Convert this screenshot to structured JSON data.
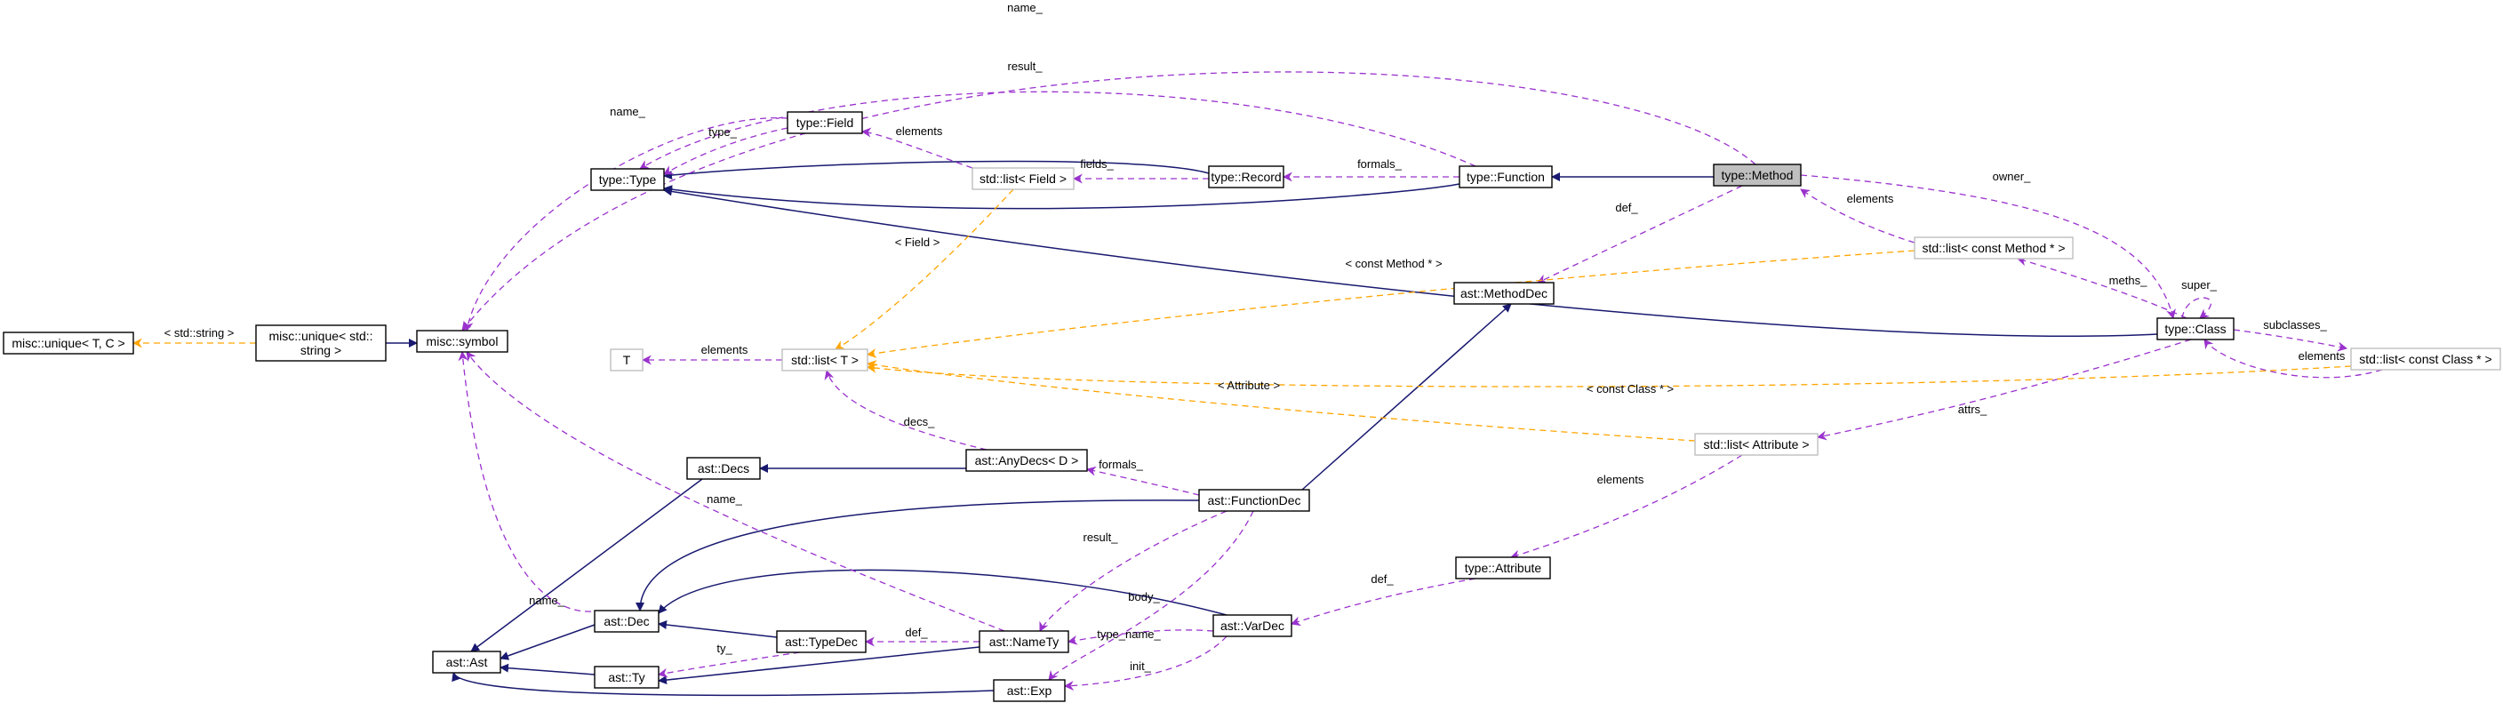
{
  "diagram": {
    "nodes": [
      {
        "id": "method",
        "lines": [
          "type::Method"
        ],
        "style": "focus"
      },
      {
        "id": "function",
        "lines": [
          "type::Function"
        ],
        "style": "normal"
      },
      {
        "id": "record",
        "lines": [
          "type::Record"
        ],
        "style": "normal"
      },
      {
        "id": "type",
        "lines": [
          "type::Type"
        ],
        "style": "normal"
      },
      {
        "id": "field",
        "lines": [
          "type::Field"
        ],
        "style": "normal"
      },
      {
        "id": "listField",
        "lines": [
          "std::list< Field >"
        ],
        "style": "template"
      },
      {
        "id": "listT",
        "lines": [
          "std::list< T >"
        ],
        "style": "template"
      },
      {
        "id": "T",
        "lines": [
          "T"
        ],
        "style": "template"
      },
      {
        "id": "symbol",
        "lines": [
          "misc::symbol"
        ],
        "style": "normal"
      },
      {
        "id": "uniqueStr",
        "lines": [
          "misc::unique< std::",
          "string >"
        ],
        "style": "normal"
      },
      {
        "id": "uniqueTC",
        "lines": [
          "misc::unique< T, C >"
        ],
        "style": "normal"
      },
      {
        "id": "methodDec",
        "lines": [
          "ast::MethodDec"
        ],
        "style": "normal"
      },
      {
        "id": "listConstMethod",
        "lines": [
          "std::list< const Method * >"
        ],
        "style": "template"
      },
      {
        "id": "class",
        "lines": [
          "type::Class"
        ],
        "style": "normal"
      },
      {
        "id": "listConstClass",
        "lines": [
          "std::list< const Class * >"
        ],
        "style": "template"
      },
      {
        "id": "listAttribute",
        "lines": [
          "std::list< Attribute >"
        ],
        "style": "template"
      },
      {
        "id": "attribute",
        "lines": [
          "type::Attribute"
        ],
        "style": "normal"
      },
      {
        "id": "anyDecs",
        "lines": [
          "ast::AnyDecs< D >"
        ],
        "style": "normal"
      },
      {
        "id": "decs",
        "lines": [
          "ast::Decs"
        ],
        "style": "normal"
      },
      {
        "id": "functionDec",
        "lines": [
          "ast::FunctionDec"
        ],
        "style": "normal"
      },
      {
        "id": "dec",
        "lines": [
          "ast::Dec"
        ],
        "style": "normal"
      },
      {
        "id": "ast",
        "lines": [
          "ast::Ast"
        ],
        "style": "normal"
      },
      {
        "id": "ty",
        "lines": [
          "ast::Ty"
        ],
        "style": "normal"
      },
      {
        "id": "typeDec",
        "lines": [
          "ast::TypeDec"
        ],
        "style": "normal"
      },
      {
        "id": "nameTy",
        "lines": [
          "ast::NameTy"
        ],
        "style": "normal"
      },
      {
        "id": "varDec",
        "lines": [
          "ast::VarDec"
        ],
        "style": "normal"
      },
      {
        "id": "exp",
        "lines": [
          "ast::Exp"
        ],
        "style": "normal"
      }
    ],
    "edges": [
      {
        "id": "method-function",
        "kind": "inherit",
        "from": "method",
        "to": "function"
      },
      {
        "id": "function-type",
        "kind": "inherit",
        "from": "function",
        "to": "type"
      },
      {
        "id": "record-type",
        "kind": "inherit",
        "from": "record",
        "to": "type"
      },
      {
        "id": "class-type",
        "kind": "inherit",
        "from": "class",
        "to": "type"
      },
      {
        "id": "uniqueStr-symbol",
        "kind": "inherit",
        "from": "uniqueStr",
        "to": "symbol"
      },
      {
        "id": "functionDec-methodDec",
        "kind": "inherit",
        "from": "functionDec",
        "to": "methodDec"
      },
      {
        "id": "anyDecs-decs",
        "kind": "inherit",
        "from": "anyDecs",
        "to": "decs"
      },
      {
        "id": "decs-ast",
        "kind": "inherit",
        "from": "decs",
        "to": "ast"
      },
      {
        "id": "functionDec-dec",
        "kind": "inherit",
        "from": "functionDec",
        "to": "dec"
      },
      {
        "id": "varDec-dec",
        "kind": "inherit",
        "from": "varDec",
        "to": "dec"
      },
      {
        "id": "typeDec-dec",
        "kind": "inherit",
        "from": "typeDec",
        "to": "dec"
      },
      {
        "id": "dec-ast",
        "kind": "inherit",
        "from": "dec",
        "to": "ast"
      },
      {
        "id": "ty-ast",
        "kind": "inherit",
        "from": "ty",
        "to": "ast"
      },
      {
        "id": "nameTy-ty",
        "kind": "inherit",
        "from": "nameTy",
        "to": "ty"
      },
      {
        "id": "exp-ast",
        "kind": "inherit",
        "from": "exp",
        "to": "ast"
      },
      {
        "id": "method-name",
        "kind": "use",
        "from": "method",
        "to": "symbol",
        "label": "name_"
      },
      {
        "id": "function-result",
        "kind": "use",
        "from": "function",
        "to": "type",
        "label": "result_"
      },
      {
        "id": "field-name",
        "kind": "use",
        "from": "field",
        "to": "symbol",
        "label": "name_"
      },
      {
        "id": "field-type",
        "kind": "use",
        "from": "field",
        "to": "type",
        "label": "type_"
      },
      {
        "id": "listField-elements",
        "kind": "use",
        "from": "listField",
        "to": "field",
        "label": "elements"
      },
      {
        "id": "record-fields",
        "kind": "use",
        "from": "record",
        "to": "listField",
        "label": "fields_"
      },
      {
        "id": "function-formals",
        "kind": "use",
        "from": "function",
        "to": "record",
        "label": "formals_"
      },
      {
        "id": "method-def",
        "kind": "use",
        "from": "method",
        "to": "methodDec",
        "label": "def_"
      },
      {
        "id": "method-owner",
        "kind": "use",
        "from": "method",
        "to": "class",
        "label": "owner_"
      },
      {
        "id": "listConstMethod-elements",
        "kind": "use",
        "from": "listConstMethod",
        "to": "method",
        "label": "elements"
      },
      {
        "id": "class-meths",
        "kind": "use",
        "from": "class",
        "to": "listConstMethod",
        "label": "meths_"
      },
      {
        "id": "class-super",
        "kind": "use",
        "from": "class",
        "to": "class",
        "label": "super_"
      },
      {
        "id": "class-subclasses",
        "kind": "use",
        "from": "class",
        "to": "listConstClass",
        "label": "subclasses_"
      },
      {
        "id": "listConstClass-elements",
        "kind": "use",
        "from": "listConstClass",
        "to": "class",
        "label": "elements"
      },
      {
        "id": "class-attrs",
        "kind": "use",
        "from": "class",
        "to": "listAttribute",
        "label": "attrs_"
      },
      {
        "id": "listAttribute-elements",
        "kind": "use",
        "from": "listAttribute",
        "to": "attribute",
        "label": "elements"
      },
      {
        "id": "attribute-def",
        "kind": "use",
        "from": "attribute",
        "to": "varDec",
        "label": "def_"
      },
      {
        "id": "listT-elements",
        "kind": "use",
        "from": "listT",
        "to": "T",
        "label": "elements"
      },
      {
        "id": "anyDecs-decs-use",
        "kind": "use",
        "from": "anyDecs",
        "to": "listT",
        "label": "decs_"
      },
      {
        "id": "functionDec-formals",
        "kind": "use",
        "from": "functionDec",
        "to": "anyDecs",
        "label": "formals_"
      },
      {
        "id": "functionDec-result",
        "kind": "use",
        "from": "functionDec",
        "to": "nameTy",
        "label": "result_"
      },
      {
        "id": "functionDec-body",
        "kind": "use",
        "from": "functionDec",
        "to": "exp",
        "label": "body_"
      },
      {
        "id": "varDec-typeName",
        "kind": "use",
        "from": "varDec",
        "to": "nameTy",
        "label": "type_name_"
      },
      {
        "id": "varDec-init",
        "kind": "use",
        "from": "varDec",
        "to": "exp",
        "label": "init_"
      },
      {
        "id": "nameTy-def",
        "kind": "use",
        "from": "nameTy",
        "to": "typeDec",
        "label": "def_"
      },
      {
        "id": "nameTy-name",
        "kind": "use",
        "from": "nameTy",
        "to": "symbol",
        "label": "name_"
      },
      {
        "id": "typeDec-ty",
        "kind": "use",
        "from": "typeDec",
        "to": "ty",
        "label": "ty_"
      },
      {
        "id": "dec-name",
        "kind": "use",
        "from": "dec",
        "to": "symbol",
        "label": "name_"
      },
      {
        "id": "symbol-uniqueStr",
        "kind": "template",
        "from": "uniqueStr",
        "to": "uniqueTC",
        "label": "< std::string >"
      },
      {
        "id": "listField-listT",
        "kind": "template",
        "from": "listField",
        "to": "listT",
        "label": "< Field >"
      },
      {
        "id": "listConstMethod-listT",
        "kind": "template",
        "from": "listConstMethod",
        "to": "listT",
        "label": "< const Method * >"
      },
      {
        "id": "listAttribute-listT",
        "kind": "template",
        "from": "listAttribute",
        "to": "listT",
        "label": "< Attribute >"
      },
      {
        "id": "listConstClass-listT",
        "kind": "template",
        "from": "listConstClass",
        "to": "listT",
        "label": "< const Class * >"
      }
    ]
  },
  "colors": {
    "inherit": "#191970",
    "use": "#9a32cd",
    "template": "#ffa500",
    "focusFill": "#bfbfbf",
    "templateBorder": "#bfbfbf",
    "border": "#000000"
  }
}
